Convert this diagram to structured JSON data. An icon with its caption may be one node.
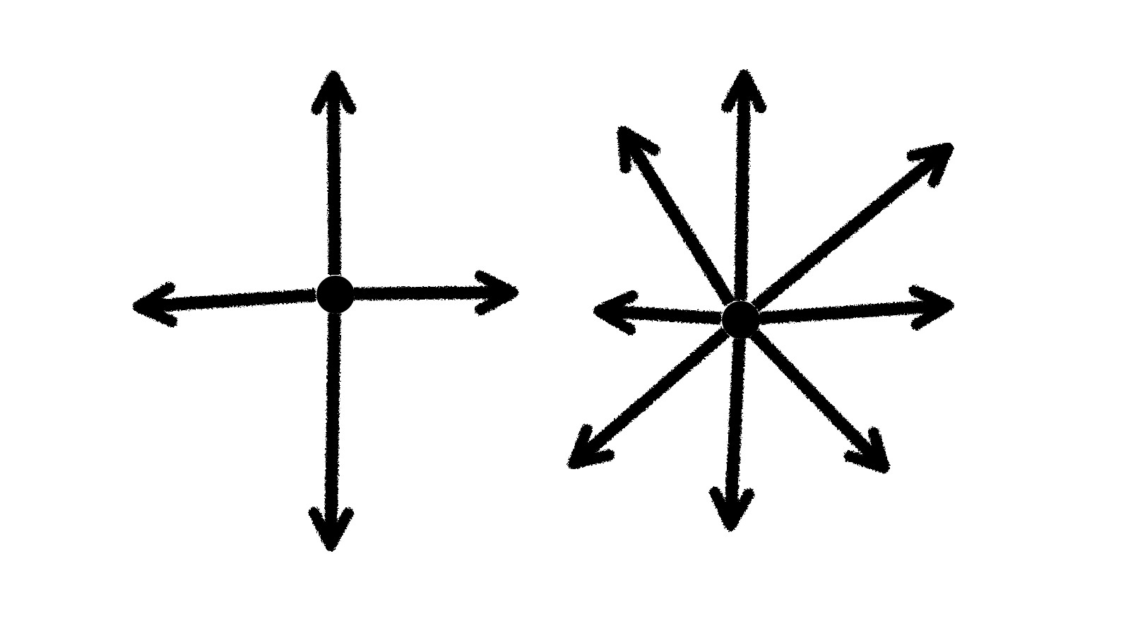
{
  "diagram": {
    "nodes": [
      {
        "text": [],
        "shape": "circle"
      },
      {
        "text": [],
        "shape": "circle"
      }
    ],
    "edges": [
      {
        "from": 0,
        "to": null,
        "arrow": "to"
      },
      {
        "from": 0,
        "to": null,
        "arrow": "to"
      },
      {
        "from": 0,
        "to": null,
        "arrow": "to"
      },
      {
        "from": 0,
        "to": null,
        "arrow": "to"
      },
      {
        "from": 1,
        "to": null,
        "arrow": "to"
      },
      {
        "from": 1,
        "to": null,
        "arrow": "to"
      },
      {
        "from": 1,
        "to": null,
        "arrow": "to"
      },
      {
        "from": 1,
        "to": null,
        "arrow": "to"
      },
      {
        "from": 1,
        "to": null,
        "arrow": "to"
      },
      {
        "from": 1,
        "to": null,
        "arrow": "to"
      },
      {
        "from": 1,
        "to": null,
        "arrow": "to"
      },
      {
        "from": 1,
        "to": null,
        "arrow": "to"
      }
    ]
  }
}
